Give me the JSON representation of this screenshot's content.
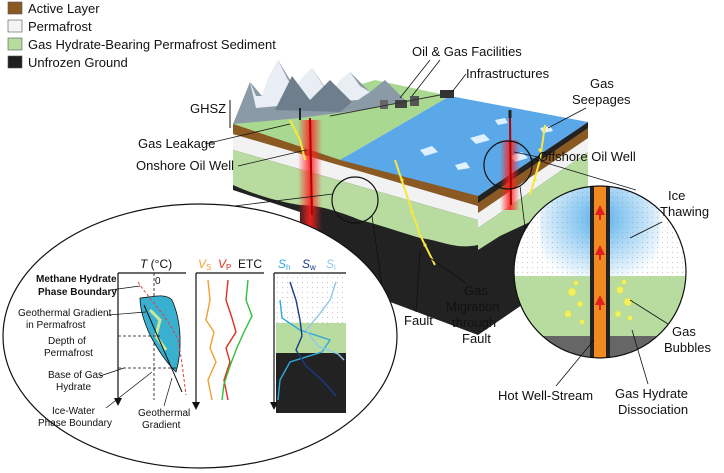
{
  "legend": {
    "items": [
      {
        "label": "Active Layer",
        "color": "#8a5a22"
      },
      {
        "label": "Permafrost",
        "color": "#f4f4f4"
      },
      {
        "label": "Gas Hydrate-Bearing Permafrost Sediment",
        "color": "#b8dca0"
      },
      {
        "label": "Unfrozen Ground",
        "color": "#1e1e1e"
      }
    ]
  },
  "labels": {
    "oil_gas_facilities": "Oil & Gas Facilities",
    "infrastructures": "Infrastructures",
    "gas_seepages_1": "Gas",
    "gas_seepages_2": "Seepages",
    "ghsz": "GHSZ",
    "gas_leakage": "Gas Leakage",
    "onshore_oil_well": "Onshore Oil Well",
    "offshore_oil_well": "Offshore Oil Well",
    "fault": "Fault",
    "gas_migration_1": "Gas",
    "gas_migration_2": "Migration",
    "gas_migration_3": "through",
    "gas_migration_4": "Fault",
    "ice_thawing_1": "Ice",
    "ice_thawing_2": "Thawing",
    "gas_bubbles_1": "Gas",
    "gas_bubbles_2": "Bubbles",
    "hot_well_stream": "Hot Well-Stream",
    "hydrate_dissociation_1": "Gas Hydrate",
    "hydrate_dissociation_2": "Dissociation"
  },
  "inset": {
    "t_axis_italic": "T",
    "t_axis_unit": " (°C)",
    "zero_tick": "0",
    "methane_boundary_1": "Methane Hydrate",
    "methane_boundary_2": "Phase Boundary",
    "geo_perm_1": "Geothermal  Gradient",
    "geo_perm_2": "in Permafrost",
    "depth_perm_1": "Depth of",
    "depth_perm_2": "Permafrost",
    "base_hydrate_1": "Base of Gas",
    "base_hydrate_2": "Hydrate",
    "ice_water_1": "Ice-Water",
    "ice_water_2": "Phase Boundary",
    "geothermal_1": "Geothermal",
    "geothermal_2": "Gradient",
    "vs": "V",
    "vs_sub": "S",
    "vp": "V",
    "vp_sub": "P",
    "etc": "ETC",
    "sh": "S",
    "sh_sub": "h",
    "sw": "S",
    "sw_sub": "w",
    "si": "S",
    "si_sub": "i"
  },
  "colors": {
    "vs": "#f0a030",
    "vp": "#e03020",
    "etc": "#30c040",
    "sh": "#30a8d8",
    "sw": "#1a3a8a",
    "si": "#90c8e8",
    "hydrate_lens": "#3ab0d0",
    "methane_boundary": "#e04040"
  }
}
